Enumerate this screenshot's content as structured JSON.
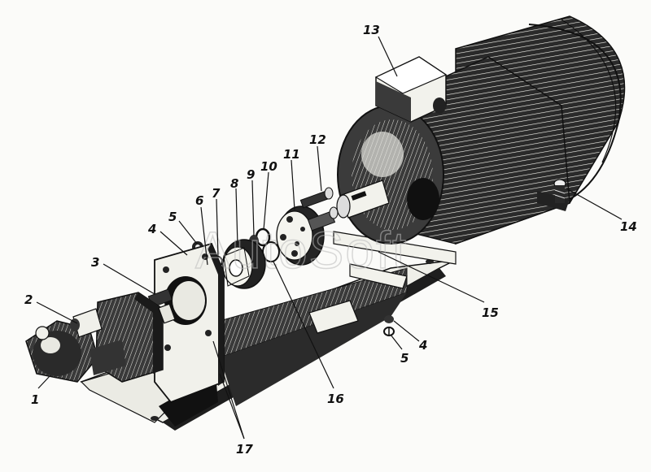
{
  "watermark": "AutoSoft",
  "callouts": [
    {
      "id": "1",
      "text": "1"
    },
    {
      "id": "2",
      "text": "2"
    },
    {
      "id": "3",
      "text": "3"
    },
    {
      "id": "4a",
      "text": "4"
    },
    {
      "id": "5a",
      "text": "5"
    },
    {
      "id": "6",
      "text": "6"
    },
    {
      "id": "7",
      "text": "7"
    },
    {
      "id": "8",
      "text": "8"
    },
    {
      "id": "9",
      "text": "9"
    },
    {
      "id": "10",
      "text": "10"
    },
    {
      "id": "11",
      "text": "11"
    },
    {
      "id": "12",
      "text": "12"
    },
    {
      "id": "13",
      "text": "13"
    },
    {
      "id": "14",
      "text": "14"
    },
    {
      "id": "15",
      "text": "15"
    },
    {
      "id": "4b",
      "text": "4"
    },
    {
      "id": "5b",
      "text": "5"
    },
    {
      "id": "16",
      "text": "16"
    },
    {
      "id": "17",
      "text": "17"
    }
  ]
}
